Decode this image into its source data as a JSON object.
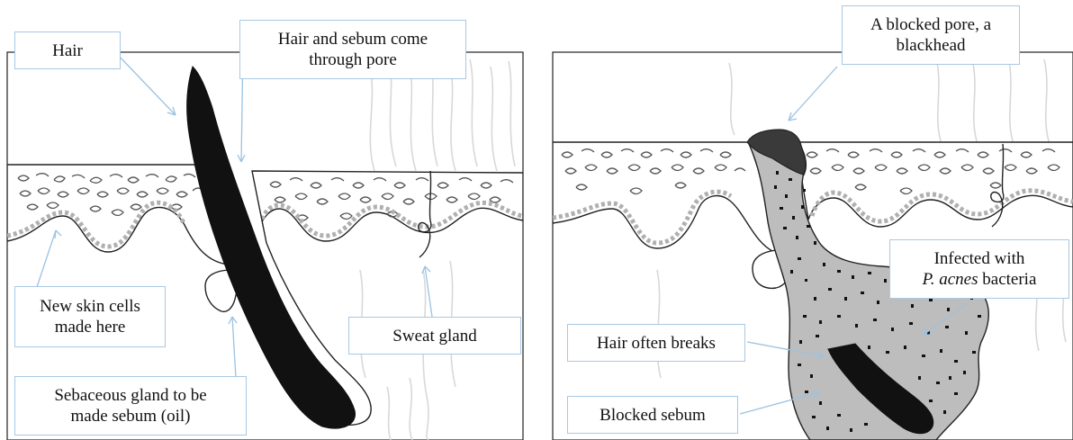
{
  "left_panel": {
    "labels": {
      "hair": "Hair",
      "pore_line1": "Hair and sebum come",
      "pore_line2": "through pore",
      "new_cells_line1": "New skin cells",
      "new_cells_line2": "made here",
      "sweat_gland": "Sweat gland",
      "sebaceous_line1": "Sebaceous gland  to be",
      "sebaceous_line2": "made sebum (oil)"
    }
  },
  "right_panel": {
    "labels": {
      "blocked_pore_line1": "A blocked pore, a",
      "blocked_pore_line2": "blackhead",
      "infected_line1": "Infected with",
      "infected_italic": "P. acnes",
      "infected_rest": " bacteria",
      "hair_breaks": "Hair often breaks",
      "blocked_sebum": "Blocked sebum"
    }
  },
  "colors": {
    "label_border": "#a9c8e3",
    "pointer_line": "#9cc2e0",
    "hair_fill": "#111111",
    "sebum_fill": "#bdbdbd",
    "blackhead_fill": "#3a3a3a",
    "cell_stroke": "#555555",
    "basal_stroke": "#b0b0b0",
    "outline": "#222222",
    "background_lines": "#d6d6d6"
  }
}
